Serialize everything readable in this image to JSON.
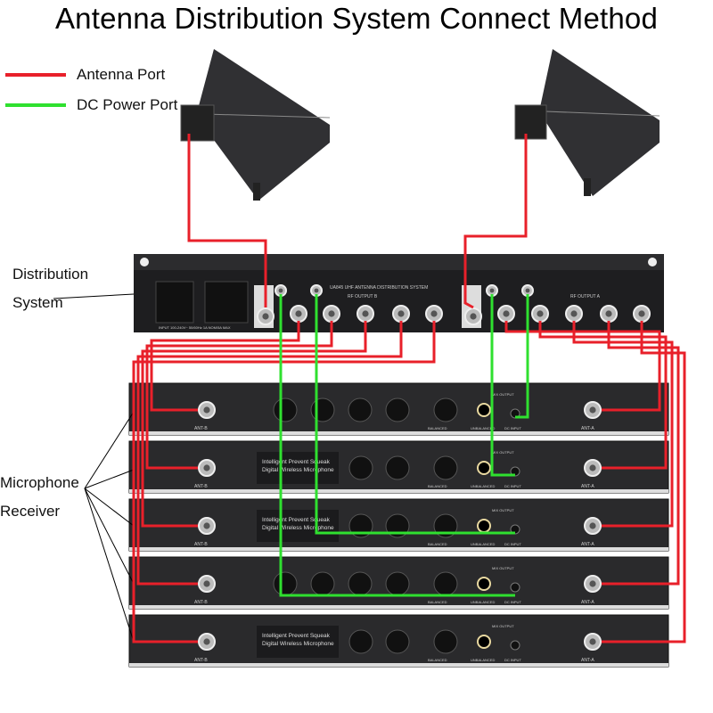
{
  "title": "Antenna Distribution System Connect Method",
  "legend": [
    {
      "label": "Antenna Port",
      "color": "#e8202a"
    },
    {
      "label": "DC Power Port",
      "color": "#2fe02f"
    }
  ],
  "labels": {
    "distribution": [
      "Distribution",
      "System"
    ],
    "receiver": [
      "Microphone",
      "Receiver"
    ]
  },
  "distribution_unit": {
    "model_text": "UA845 UHF ANTENNA DISTRIBUTION SYSTEM",
    "rf_output_b": "RF OUTPUT B",
    "rf_output_a": "RF OUTPUT A",
    "power_text": "INPUT 100-240V~ 50/60Hz 1A NOM/5A MAX"
  },
  "receiver_unit": {
    "brand_line1": "Intelligent Prevent Squeak",
    "brand_line2": "Digital Wireless Microphone",
    "ant_b": "ANT-B",
    "ant_a": "ANT-A",
    "balanced": "BALANCED",
    "unbalanced": "UNBALANCED",
    "mix_output": "MIX OUTPUT",
    "dc_input": "DC INPUT"
  },
  "colors": {
    "antenna": "#e8202a",
    "dc": "#2fe02f",
    "device": "#2a2a2c"
  }
}
